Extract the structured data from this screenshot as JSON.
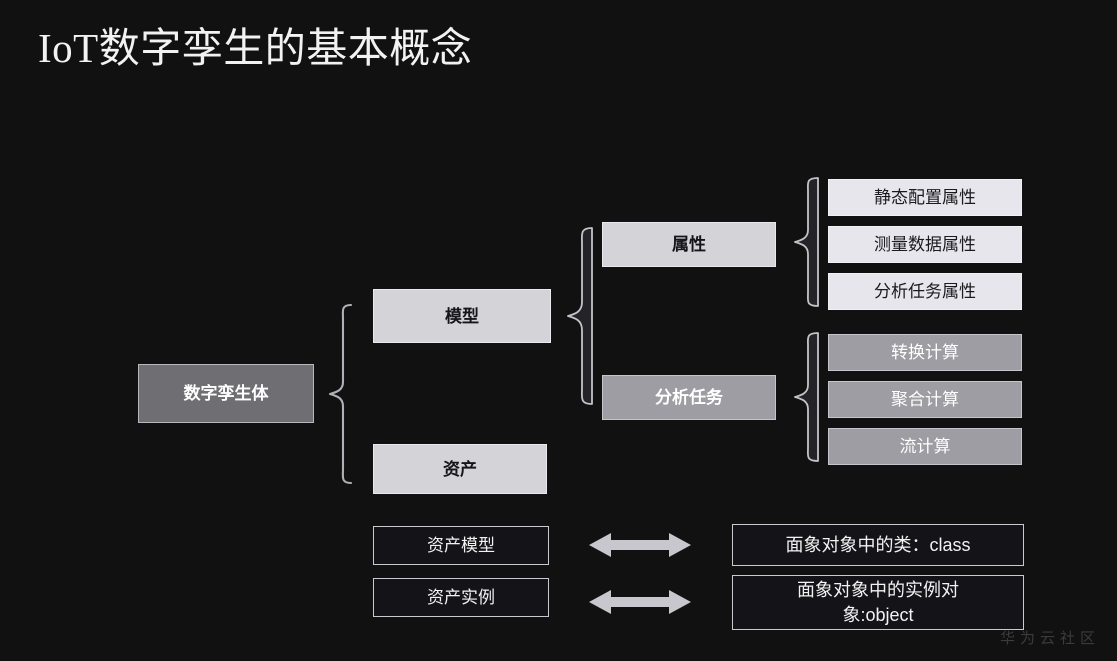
{
  "slide": {
    "title": "IoT数字孪生的基本概念",
    "background_color": "#111111"
  },
  "diagram": {
    "root": {
      "label": "数字孪生体"
    },
    "level1": [
      {
        "label": "模型"
      },
      {
        "label": "资产"
      }
    ],
    "level2": [
      {
        "label": "属性"
      },
      {
        "label": "分析任务"
      }
    ],
    "attribute_items": [
      {
        "label": "静态配置属性"
      },
      {
        "label": "测量数据属性"
      },
      {
        "label": "分析任务属性"
      }
    ],
    "analysis_items": [
      {
        "label": "转换计算"
      },
      {
        "label": "聚合计算"
      },
      {
        "label": "流计算"
      }
    ],
    "mappings": [
      {
        "left": "资产模型",
        "arrow": "double-headed-arrow",
        "right": "面象对象中的类：class"
      },
      {
        "left": "资产实例",
        "arrow": "double-headed-arrow",
        "right_line1": "面象对象中的实例对",
        "right_line2": "象:object"
      }
    ]
  },
  "watermark": {
    "text": "华为云社区"
  },
  "colors": {
    "background": "#111111",
    "title_text": "#f2f2f2",
    "node_dark_gray": "#6f6f73",
    "node_light": "#d3d3d8",
    "node_light_plain": "#e6e6ec",
    "node_mid_gray": "#9d9da3",
    "node_outline_border": "#c9c9cf",
    "brace_stroke": "#b0b0b6",
    "arrow_fill": "#c7c7cd",
    "watermark_text": "#3b3b3f"
  }
}
